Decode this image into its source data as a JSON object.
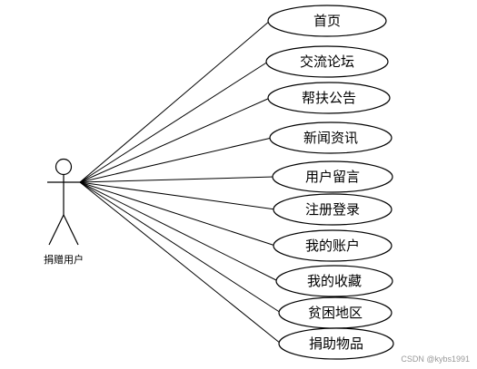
{
  "actor": {
    "name": "捐赠用户"
  },
  "use_cases": [
    {
      "label": "首页"
    },
    {
      "label": "交流论坛"
    },
    {
      "label": "帮扶公告"
    },
    {
      "label": "新闻资讯"
    },
    {
      "label": "用户留言"
    },
    {
      "label": "注册登录"
    },
    {
      "label": "我的账户"
    },
    {
      "label": "我的收藏"
    },
    {
      "label": "贫困地区"
    },
    {
      "label": "捐助物品"
    }
  ],
  "watermark": "CSDN @kybs1991",
  "colors": {
    "stroke": "#000000",
    "background": "#ffffff",
    "watermark": "#999999"
  }
}
